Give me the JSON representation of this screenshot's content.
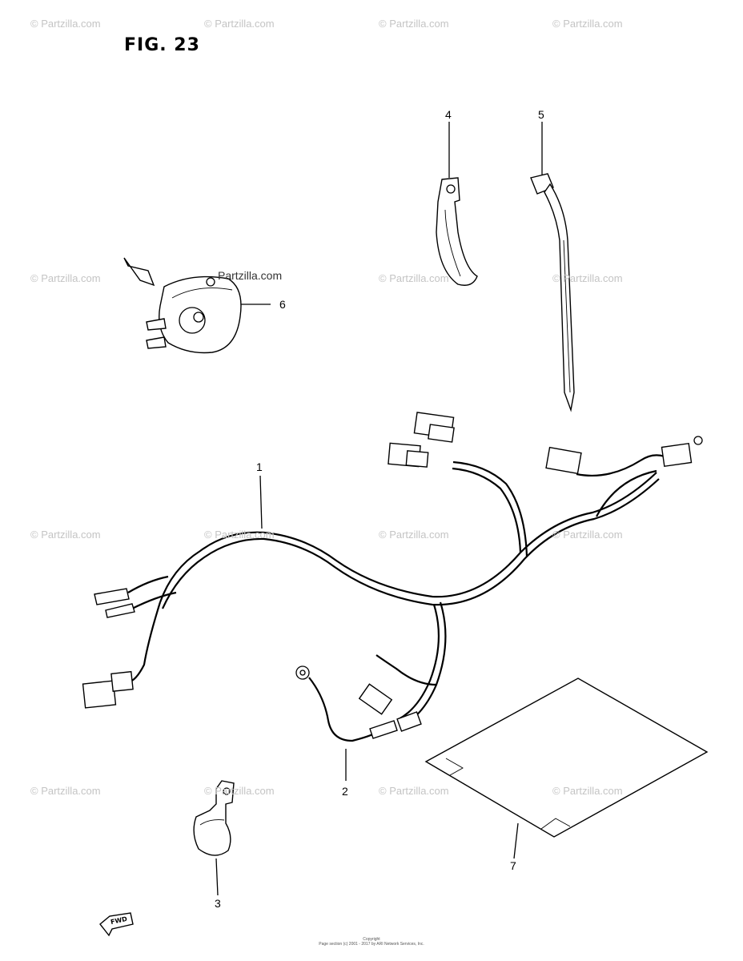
{
  "figure": {
    "title": "FIG. 23"
  },
  "callouts": [
    {
      "id": "1",
      "label": "1"
    },
    {
      "id": "2",
      "label": "2"
    },
    {
      "id": "3",
      "label": "3"
    },
    {
      "id": "4",
      "label": "4"
    },
    {
      "id": "5",
      "label": "5"
    },
    {
      "id": "6",
      "label": "6"
    },
    {
      "id": "7",
      "label": "7"
    }
  ],
  "watermark": {
    "text": "© Partzilla.com",
    "inline_text": "Partzilla.com"
  },
  "copyright": {
    "line1": "Copyright",
    "line2": "Page section (c) 2001 - 2017 by ARI Network Services, Inc."
  },
  "fwd_badge": {
    "text": "FWD"
  }
}
